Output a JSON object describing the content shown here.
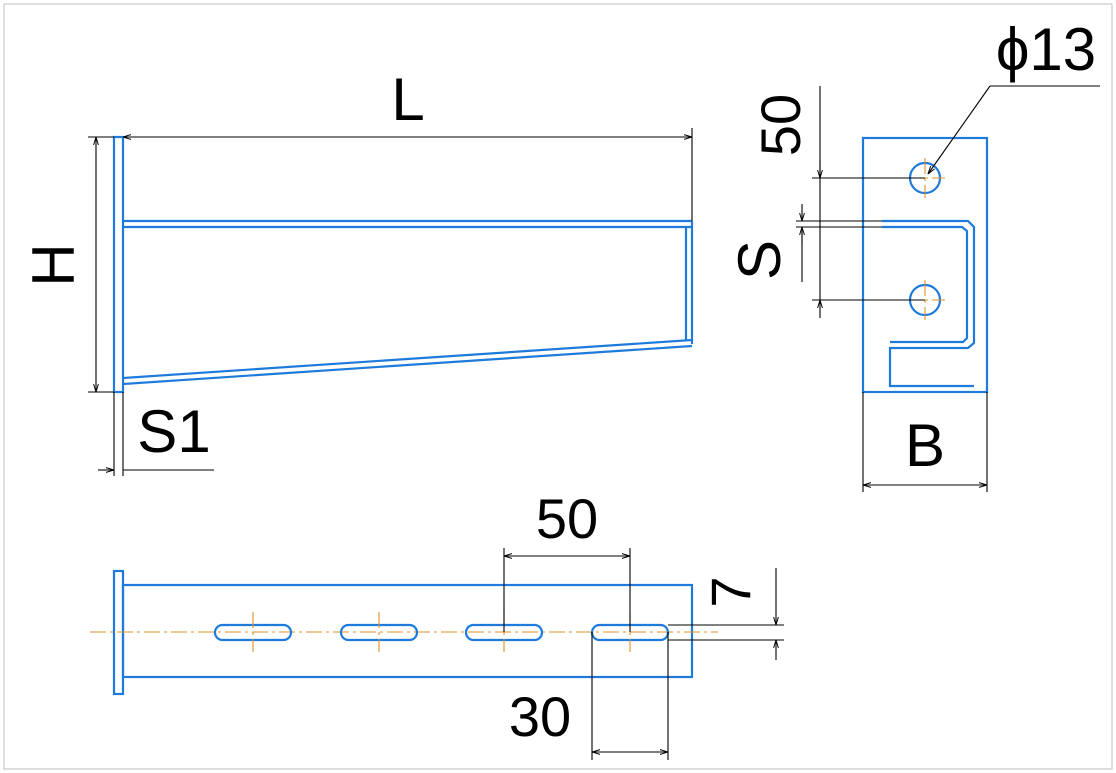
{
  "colors": {
    "part": "#1f7bdb",
    "dimension": "#000000",
    "centerline": "#e0902a",
    "frame": "#c8c8c8"
  },
  "labels": {
    "length": "L",
    "height": "H",
    "flange_thickness": "S1",
    "hole_diameter": "ϕ13",
    "hole_spacing": "50",
    "sheet_thickness": "S",
    "width": "B",
    "slot_pitch": "50",
    "slot_width": "7",
    "slot_length": "30"
  }
}
